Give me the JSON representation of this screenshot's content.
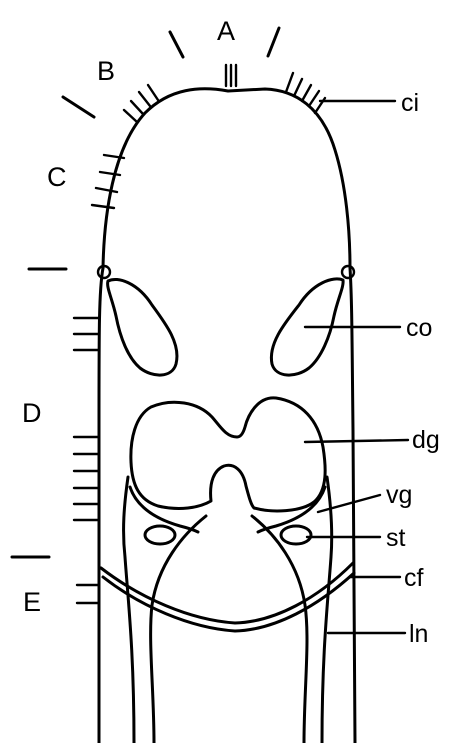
{
  "diagram": {
    "region_labels": {
      "a": "A",
      "b": "B",
      "c": "C",
      "d": "D",
      "e": "E"
    },
    "part_labels": {
      "ci": "ci",
      "co": "co",
      "dg": "dg",
      "vg": "vg",
      "st": "st",
      "cf": "cf",
      "ln": "ln"
    },
    "colors": {
      "ink": "#000000",
      "background": "#ffffff"
    }
  }
}
